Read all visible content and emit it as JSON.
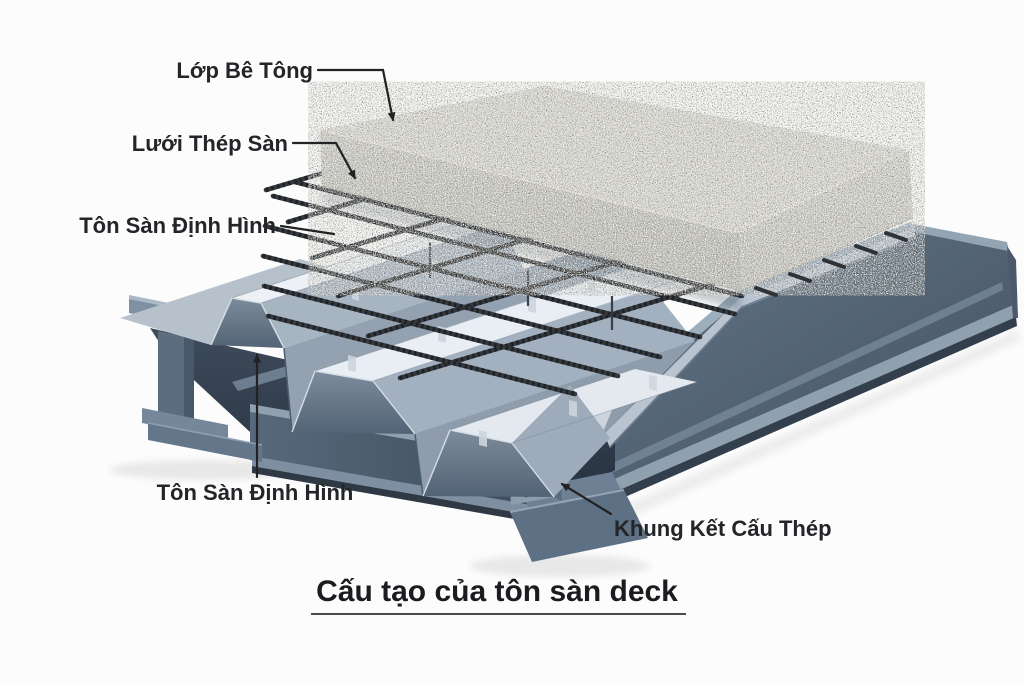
{
  "title": {
    "text": "Cấu tạo của tôn sàn deck"
  },
  "labels": {
    "concrete_layer": "Lớp Bê Tông",
    "steel_mesh": "Lưới Thép Sàn",
    "deck_sheet_top": "Tôn Sàn Định Hình",
    "deck_sheet_bottom": "Tôn Sàn Định Hình",
    "steel_frame": "Khung Kết Cấu Thép"
  },
  "palette": {
    "background": "#fcfcfc",
    "label_text": "#232528",
    "leader_line": "#222222",
    "concrete_top": "#dad9d4",
    "concrete_front": "#c8c7c2",
    "concrete_side": "#d0cfc9",
    "deck_highlight": "#edf1f6",
    "deck_mid": "#b6c1cc",
    "deck_shadow": "#8e9cac",
    "steel_web": "#5e7082",
    "steel_web_dark": "#41505f",
    "steel_flange": "#9daebd",
    "rebar": "#33363b",
    "title_underline": "#4a4a4e"
  }
}
